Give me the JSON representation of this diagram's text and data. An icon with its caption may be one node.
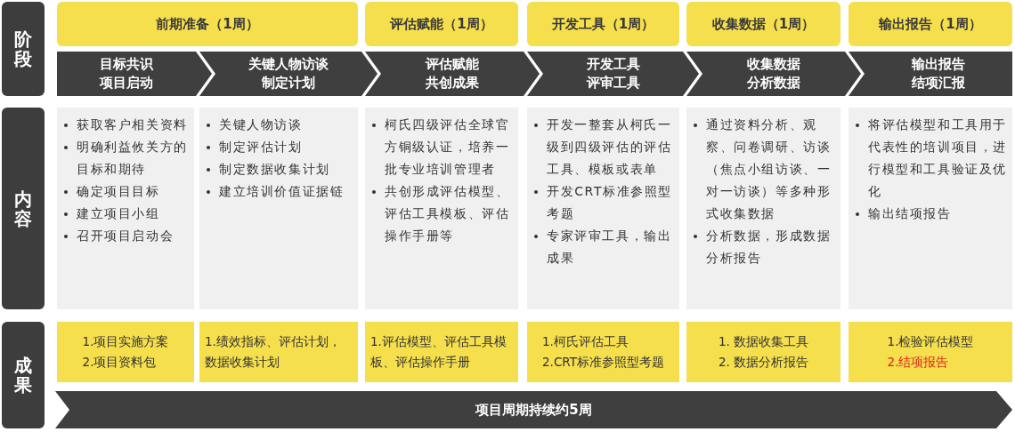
{
  "diagram": {
    "nodes": [
      {
        "text": [
          "阶段"
        ]
      },
      {
        "text": [
          "内容"
        ]
      },
      {
        "text": [
          "成果"
        ]
      },
      {
        "text": [
          "前期准备（1周）"
        ]
      },
      {
        "text": [
          "评估赋能（1周）"
        ]
      },
      {
        "text": [
          "开发工具（1周）"
        ]
      },
      {
        "text": [
          "收集数据（1周）"
        ]
      },
      {
        "text": [
          "输出报告（1周）"
        ]
      },
      {
        "text": [
          "目标共识",
          "项目启动"
        ]
      },
      {
        "text": [
          "关键人物访谈",
          "制定计划"
        ]
      },
      {
        "text": [
          "评估赋能",
          "共创成果"
        ]
      },
      {
        "text": [
          "开发工具",
          "评审工具"
        ]
      },
      {
        "text": [
          "收集数据",
          "分析数据"
        ]
      },
      {
        "text": [
          "输出报告",
          "结项汇报"
        ]
      },
      {
        "text": [
          "获取客户相关资料",
          "明确利益攸关方的目标和期待",
          "确定项目目标",
          "建立项目小组",
          "召开项目启动会"
        ]
      },
      {
        "text": [
          "关键人物访谈",
          "制定评估计划",
          "制定数据收集计划",
          "建立培训价值证据链"
        ]
      },
      {
        "text": [
          "柯氏四级评估全球官方铜级认证，培养一批专业培训管理者",
          "共创形成评估模型、评估工具模板、评估操作手册等"
        ]
      },
      {
        "text": [
          "开发一整套从柯氏一级到四级评估的评估工具、模板或表单",
          "开发CRT标准参照型考题",
          "专家评审工具，输出成果"
        ]
      },
      {
        "text": [
          "通过资料分析、观察、问卷调研、访谈（焦点小组访谈、一对一访谈）等多种形式收集数据",
          "分析数据，形成数据分析报告"
        ]
      },
      {
        "text": [
          "将评估模型和工具用于代表性的培训项目，进行模型和工具验证及优化",
          "输出结项报告"
        ]
      },
      {
        "text": [
          "1.项目实施方案",
          "2.项目资料包"
        ]
      },
      {
        "text": [
          "1.绩效指标、评估计划，数据收集计划"
        ]
      },
      {
        "text": [
          "1.评估模型、评估工具模板、评估操作手册"
        ]
      },
      {
        "text": [
          "1.柯氏评估工具",
          "2.CRT标准参照型考题"
        ]
      },
      {
        "text": [
          "1. 数据收集工具",
          "2. 数据分析报告"
        ]
      },
      {
        "text": [
          "1.检验评估模型",
          "2.结项报告"
        ]
      },
      {
        "text": [
          "项目周期持续约5周"
        ]
      }
    ]
  }
}
